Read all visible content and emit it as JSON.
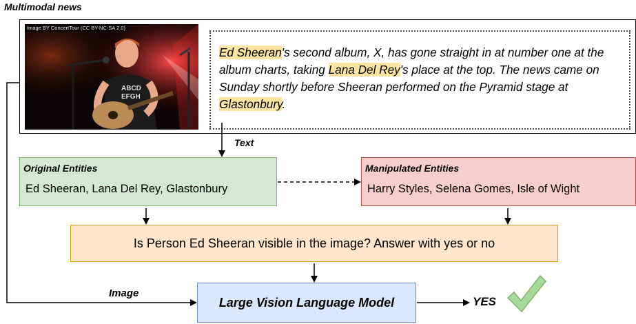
{
  "section_title": "Multimodal news",
  "photo_credit": "Image BY ConcertTour (CC BY-NC-SA 2.0)",
  "news_text": {
    "segments": [
      {
        "text": "Ed Sheeran",
        "highlight": true
      },
      {
        "text": "'s second album, X, has gone straight in at number one at the album charts, taking ",
        "highlight": false
      },
      {
        "text": "Lana Del Rey",
        "highlight": true
      },
      {
        "text": "'s place at the top. The news came on Sunday shortly before Sheeran performed on the Pyramid stage at ",
        "highlight": false
      },
      {
        "text": "Glastonbury",
        "highlight": true
      },
      {
        "text": ".",
        "highlight": false
      }
    ]
  },
  "edge_labels": {
    "text": "Text",
    "image": "Image"
  },
  "original_entities": {
    "title": "Original Entities",
    "list": "Ed Sheeran, Lana Del Rey, Glastonbury"
  },
  "manipulated_entities": {
    "title": "Manipulated Entities",
    "list": "Harry Styles, Selena Gomes, Isle of Wight"
  },
  "question": "Is Person Ed Sheeran visible in the image? Answer with yes or no",
  "model": "Large Vision Language Model",
  "answer": "YES",
  "colors": {
    "highlight": "#fbe3a1",
    "original_fill": "#d5e8d4",
    "manipulated_fill": "#f8cecc",
    "question_fill": "#ffe6cc",
    "model_fill": "#dae8fc",
    "check": "#a6d99a"
  },
  "icons": {
    "answer_mark": "check-mark-icon"
  }
}
